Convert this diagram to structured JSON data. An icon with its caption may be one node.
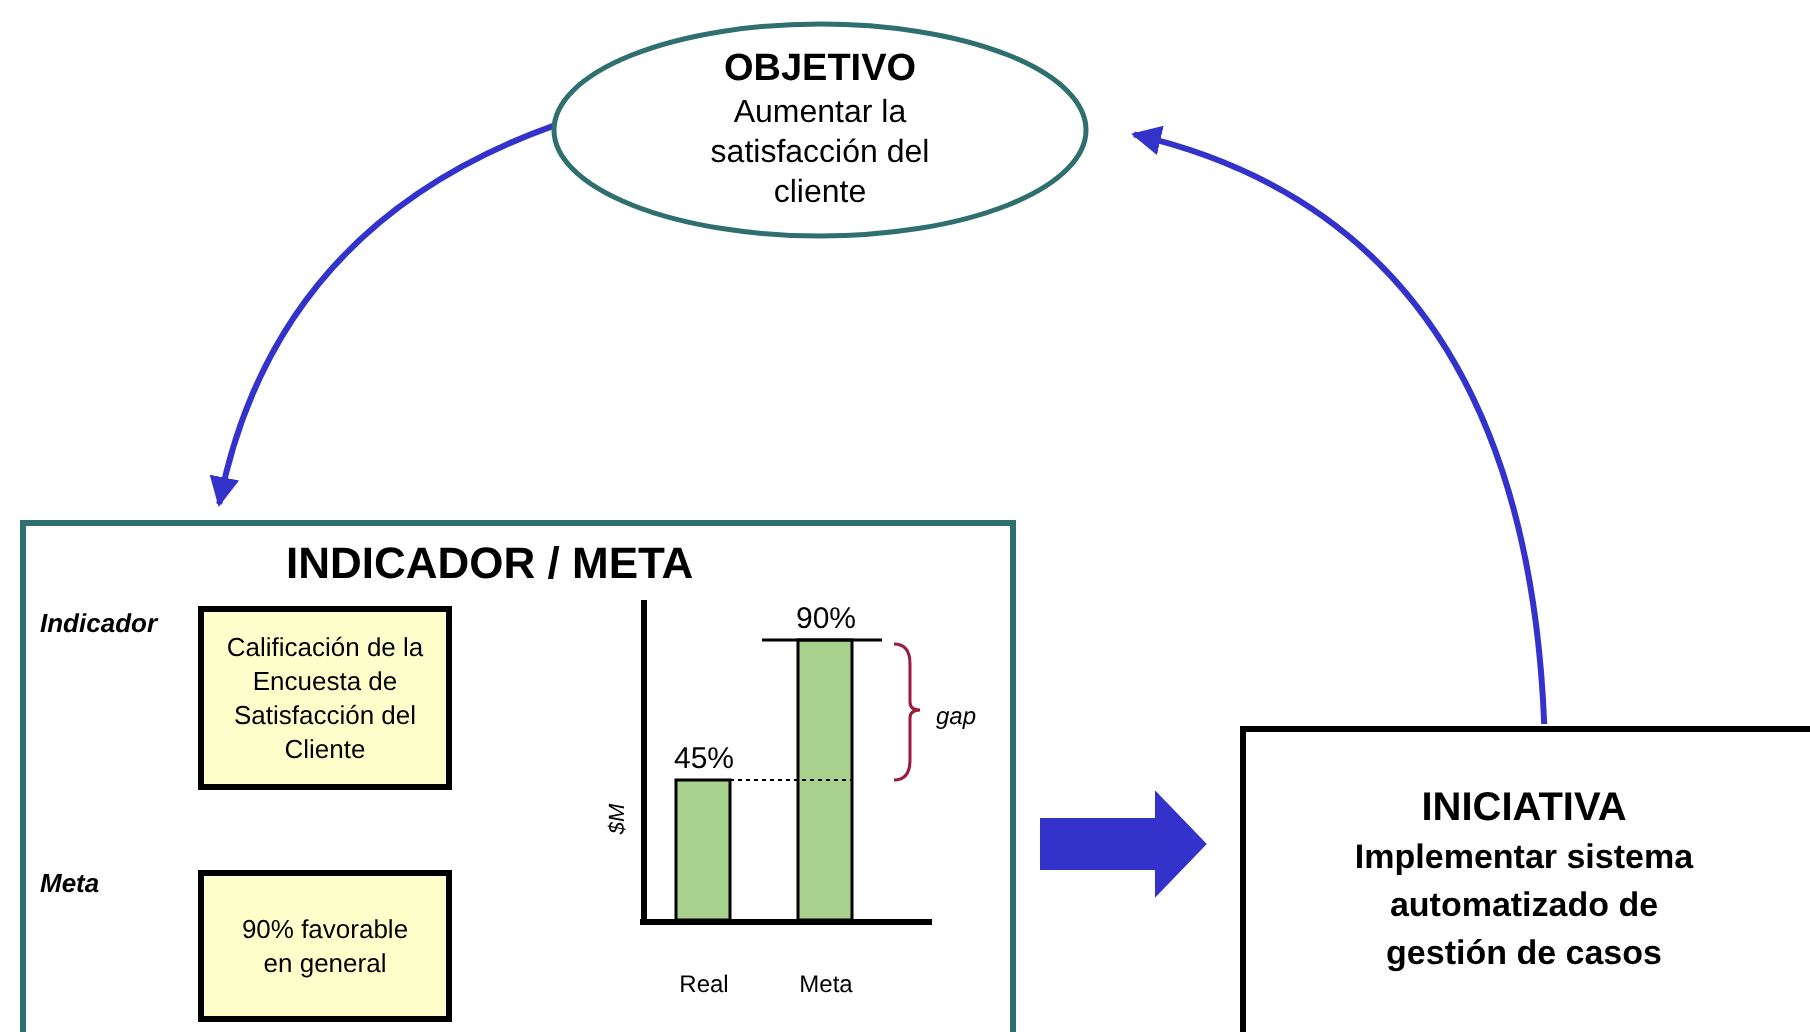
{
  "diagram": {
    "nodes": [
      {
        "text": [
          "OBJETIVO",
          "Aumentar la satisfacción del cliente"
        ]
      },
      {
        "text": [
          "INDICADOR / META"
        ]
      },
      {
        "text": [
          "Calificación de la Encuesta de Satisfacción del Cliente"
        ],
        "in": 1
      },
      {
        "text": [
          "90% favorable en general"
        ],
        "in": 1
      },
      {
        "text": [
          "INICIATIVA",
          "Implementar sistema automatizado de gestión de casos"
        ]
      }
    ],
    "edges": [
      {
        "from": 0,
        "to": 1,
        "arrow": "to"
      },
      {
        "from": 4,
        "to": 0,
        "arrow": "to"
      },
      {
        "from": 1,
        "to": 4,
        "arrow": "to",
        "style": "thick"
      }
    ],
    "labels": [
      "Indicador",
      "Meta"
    ],
    "chart_data": {
      "type": "bar",
      "ylabel": "$M",
      "categories": [
        "Real",
        "Meta"
      ],
      "values": [
        45,
        90
      ],
      "value_labels": [
        "45%",
        "90%"
      ],
      "annotations": [
        "gap"
      ]
    }
  }
}
